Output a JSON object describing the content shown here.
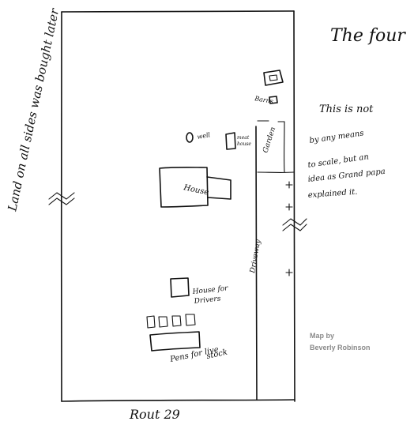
{
  "title": "The four",
  "side_note": "Land on all sides was bought later",
  "note_lines": [
    "This is not",
    "by any means",
    "to scale, but an",
    "idea as Grand papa",
    "explained it."
  ],
  "road_label": "Rout 29",
  "labels": {
    "barns": "Barns",
    "well": "well",
    "meat_house": [
      "meat",
      "house"
    ],
    "garden": "Garden",
    "house": "House",
    "driveway": "Driveway",
    "drivers_house": [
      "House for",
      "Drivers"
    ],
    "pens": [
      "Pens for live",
      "stock"
    ]
  },
  "credit": [
    "Map by",
    "Beverly Robinson"
  ]
}
